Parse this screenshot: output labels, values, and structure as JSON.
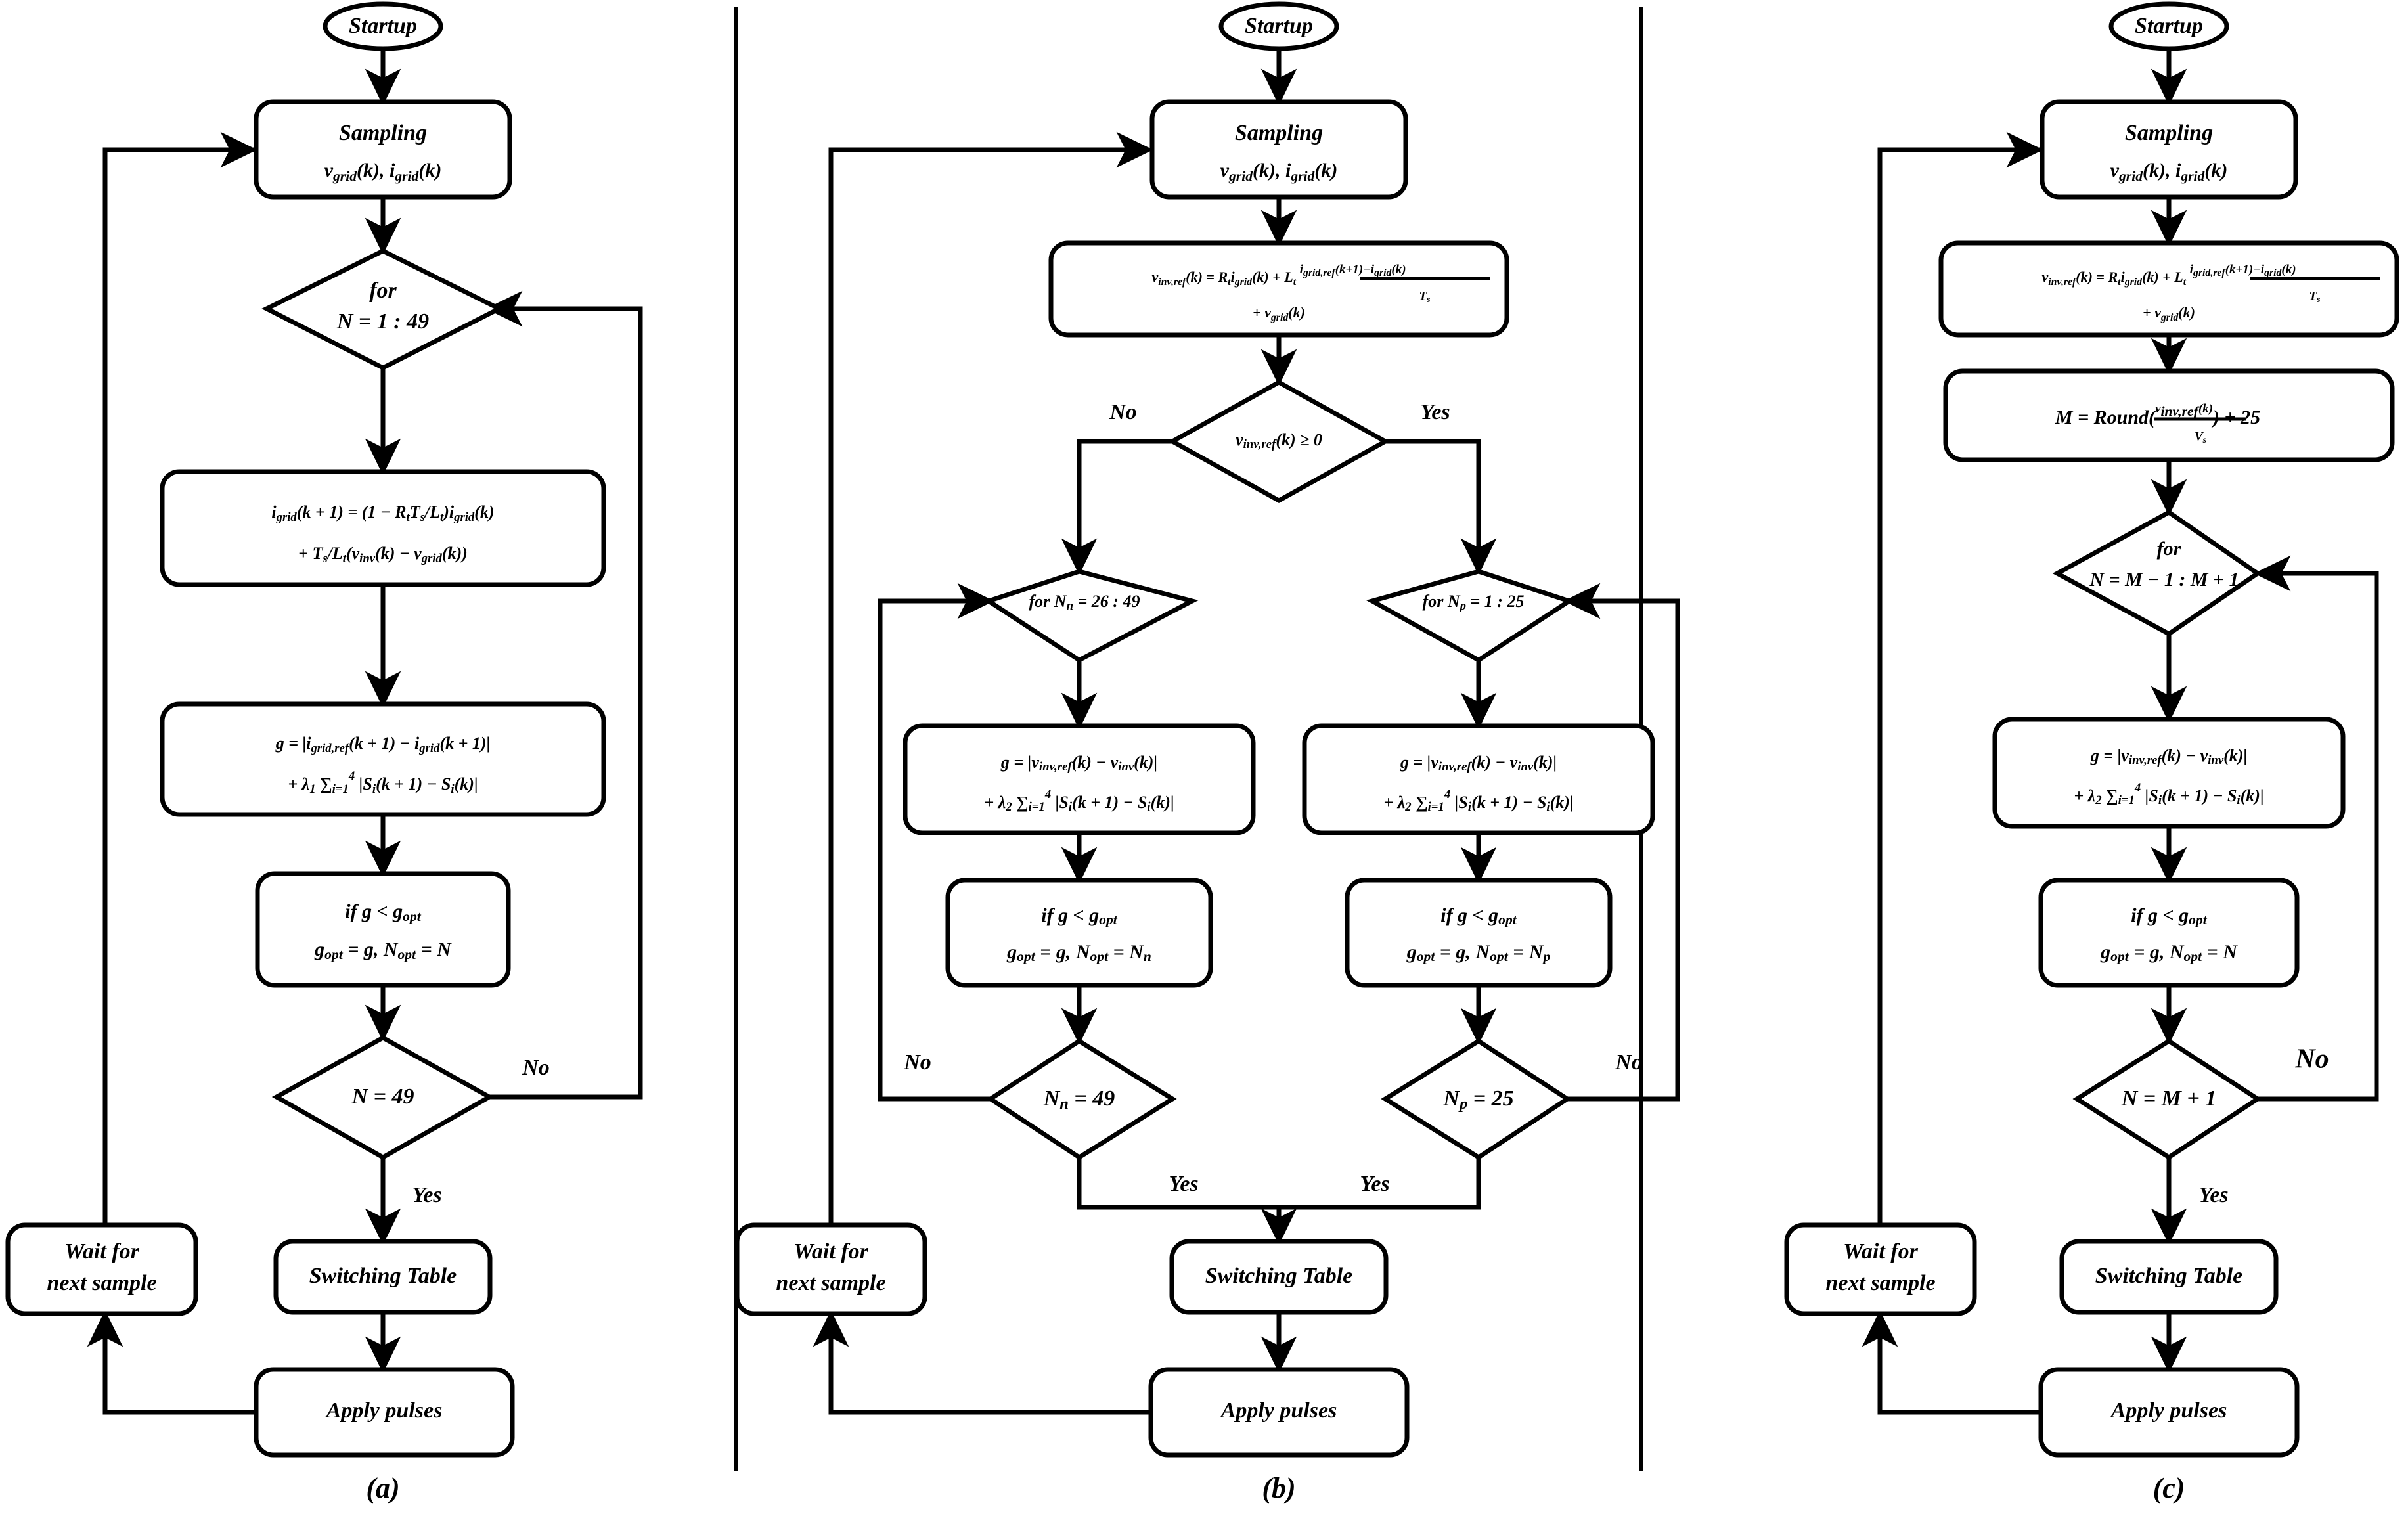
{
  "figure": {
    "type": "flowchart",
    "description": "Three model-predictive-control algorithm flowcharts for a grid-connected inverter",
    "panels": [
      "(a)",
      "(b)",
      "(c)"
    ]
  },
  "common": {
    "startup": "Startup",
    "sampling_title": "Sampling",
    "sampling_vars": "v_grid(k), i_grid(k)",
    "wait_line1": "Wait for",
    "wait_line2": "next sample",
    "switching_table": "Switching Table",
    "apply_pulses": "Apply pulses",
    "yes": "Yes",
    "no": "No",
    "for": "for",
    "if_line": "if  g < g_opt"
  },
  "panel_a": {
    "caption": "(a)",
    "loop_for_label": "for",
    "loop_range": "N = 1 : 49",
    "predict_line1": "i_grid(k+1) = (1 - R_t*T_s/L_t) i_grid(k)",
    "predict_line2": "+ T_s/L_t (v_inv(k) - v_grid(k))",
    "cost_line1": "g = |i_grid,ref(k+1) - i_grid(k+1)|",
    "cost_line2": "+ lambda_1 sum_{i=1}^{4} |S_i(k+1) - S_i(k)|",
    "if_line1": "if  g < g_opt",
    "if_line2": "g_opt = g,  N_opt = N",
    "check": "N = 49",
    "check_no": "No",
    "check_yes": "Yes",
    "lambda": "λ₁"
  },
  "panel_b": {
    "caption": "(b)",
    "vref_line1": "v_inv,ref(k) = R_t i_grid(k) + L_t [ i_grid,ref(k+1) - i_grid(k) ] / T_s",
    "vref_line2": "+ v_grid(k)",
    "sign_check": "v_inv,ref(k) ≥ 0",
    "sign_no": "No",
    "sign_yes": "Yes",
    "left_branch": {
      "loop": "for N_n = 26 : 49",
      "cost_line1": "g = |v_inv,ref(k) - v_inv(k)|",
      "cost_line2": "+ lambda_2 sum_{i=1}^{4} |S_i(k+1) - S_i(k)|",
      "if_line1": "if  g < g_opt",
      "if_line2": "g_opt = g,  N_opt = N_n",
      "check": "N_n = 49",
      "check_no": "No",
      "check_yes": "Yes"
    },
    "right_branch": {
      "loop": "for N_p = 1 : 25",
      "cost_line1": "g = |v_inv,ref(k) - v_inv(k)|",
      "cost_line2": "+ lambda_2 sum_{i=1}^{4} |S_i(k+1) - S_i(k)|",
      "if_line1": "if  g < g_opt",
      "if_line2": "g_opt = g,  N_opt = N_p",
      "check": "N_p = 25",
      "check_no": "No",
      "check_yes": "Yes"
    },
    "lambda": "λ₂"
  },
  "panel_c": {
    "caption": "(c)",
    "vref_line1": "v_inv,ref(k) = R_t i_grid(k) + L_t [ i_grid,ref(k+1) - i_grid(k) ] / T_s",
    "vref_line2": "+ v_grid(k)",
    "round_line": "M = Round( v_inv,ref(k) / V_s ) + 25",
    "round_offset": "25",
    "loop_for_label": "for",
    "loop_range": "N = M - 1 : M + 1",
    "cost_line1": "g = |v_inv,ref(k) - v_inv(k)|",
    "cost_line2": "+ lambda_2 sum_{i=1}^{4} |S_i(k+1) - S_i(k)|",
    "if_line1": "if  g < g_opt",
    "if_line2": "g_opt = g,  N_opt = N",
    "check": "N = M + 1",
    "check_no": "No",
    "check_yes": "Yes",
    "lambda": "λ₂"
  }
}
